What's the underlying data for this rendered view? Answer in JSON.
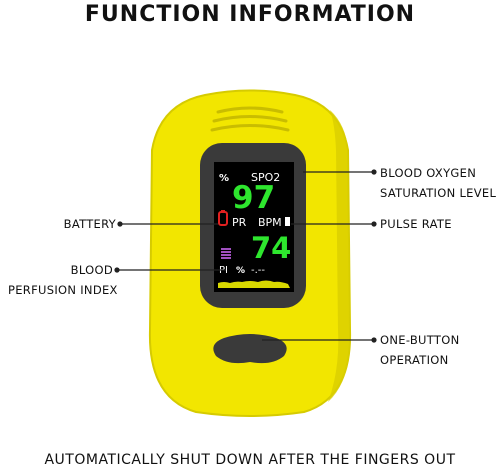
{
  "header": {
    "title": "FUNCTION INFORMATION"
  },
  "footer": {
    "text": "AUTOMATICALLY SHUT DOWN AFTER THE FINGERS OUT"
  },
  "colors": {
    "device_body": "#f2e600",
    "device_shadow": "#c9bd00",
    "screen_bezel": "#3a3a3a",
    "screen": "#000000",
    "spo2_value": "#2ee62e",
    "pr_value": "#2ee62e",
    "battery": "#e02020",
    "perfusion_bar": "#a050c0",
    "waveform": "#d8d800"
  },
  "screen": {
    "percent_symbol_top": "%",
    "spo2_label": "SPO2",
    "spo2_value": "97",
    "pr_label": "PR",
    "bpm_label": "BPM",
    "pr_value": "74",
    "pi_label": "PI",
    "pi_percent": "%",
    "pi_value": "-.--"
  },
  "callouts": {
    "blood_oxygen_line1": "BLOOD OXYGEN",
    "blood_oxygen_line2": "SATURATION LEVEL",
    "battery": "BATTERY",
    "pulse_rate": "PULSE RATE",
    "perfusion_line1": "BLOOD",
    "perfusion_line2": "PERFUSION INDEX",
    "button_line1": "ONE-BUTTON",
    "button_line2": "OPERATION"
  }
}
